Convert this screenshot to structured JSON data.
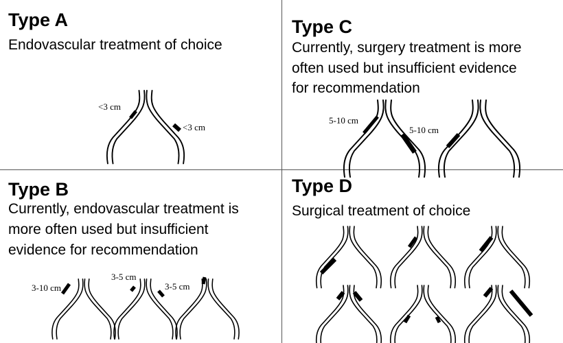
{
  "panels": {
    "a": {
      "title": "Type A",
      "description": [
        "Endovascular treatment of choice"
      ],
      "lesion_labels": [
        "<3 cm",
        "<3 cm"
      ]
    },
    "b": {
      "title": "Type B",
      "description": [
        "Currently, endovascular treatment is",
        "more often used but insufficient",
        "evidence for recommendation"
      ],
      "lesion_labels": [
        "3-10 cm",
        "3-5 cm",
        "3-5 cm"
      ]
    },
    "c": {
      "title": "Type C",
      "description": [
        "Currently, surgery treatment is more",
        "often used but insufficient evidence",
        "for recommendation"
      ],
      "lesion_labels": [
        "5-10 cm",
        "5-10 cm"
      ]
    },
    "d": {
      "title": "Type D",
      "description": [
        "Surgical  treatment of choice"
      ],
      "lesion_labels": []
    }
  }
}
